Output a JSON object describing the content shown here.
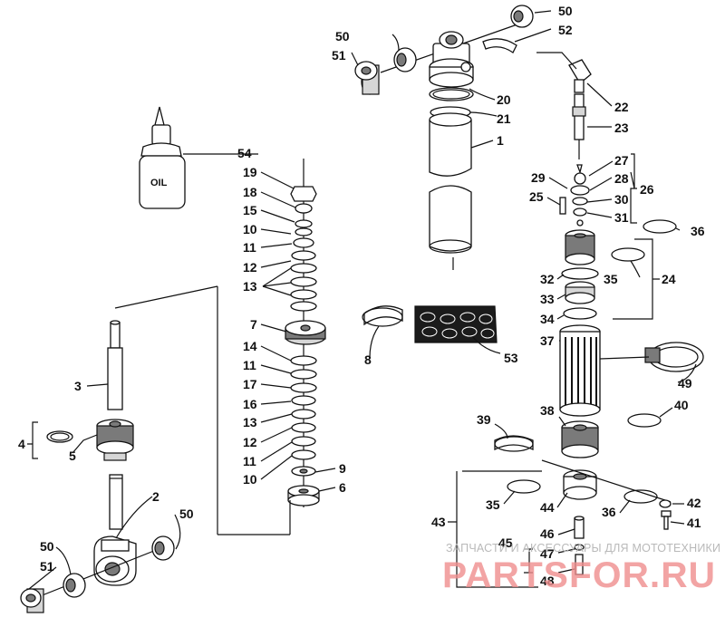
{
  "diagram": {
    "callouts": [
      "1",
      "2",
      "3",
      "4",
      "5",
      "6",
      "7",
      "8",
      "9",
      "10",
      "11",
      "12",
      "13",
      "14",
      "15",
      "16",
      "17",
      "18",
      "19",
      "20",
      "21",
      "22",
      "23",
      "24",
      "25",
      "26",
      "27",
      "28",
      "29",
      "30",
      "31",
      "32",
      "33",
      "34",
      "35",
      "36",
      "37",
      "38",
      "39",
      "40",
      "41",
      "42",
      "43",
      "44",
      "45",
      "46",
      "47",
      "48",
      "49",
      "50",
      "51",
      "52",
      "53",
      "54"
    ],
    "oil_bottle_text": "OIL",
    "labels": [
      {
        "id": "50a",
        "text": "50"
      },
      {
        "id": "51a",
        "text": "51"
      },
      {
        "id": "50b",
        "text": "50"
      },
      {
        "id": "52",
        "text": "52"
      },
      {
        "id": "20",
        "text": "20"
      },
      {
        "id": "21",
        "text": "21"
      },
      {
        "id": "1",
        "text": "1"
      },
      {
        "id": "22",
        "text": "22"
      },
      {
        "id": "23",
        "text": "23"
      },
      {
        "id": "54",
        "text": "54"
      },
      {
        "id": "19",
        "text": "19"
      },
      {
        "id": "18",
        "text": "18"
      },
      {
        "id": "15",
        "text": "15"
      },
      {
        "id": "10a",
        "text": "10"
      },
      {
        "id": "11a",
        "text": "11"
      },
      {
        "id": "12a",
        "text": "12"
      },
      {
        "id": "13a",
        "text": "13"
      },
      {
        "id": "7",
        "text": "7"
      },
      {
        "id": "8",
        "text": "8"
      },
      {
        "id": "14",
        "text": "14"
      },
      {
        "id": "11b",
        "text": "11"
      },
      {
        "id": "17",
        "text": "17"
      },
      {
        "id": "16",
        "text": "16"
      },
      {
        "id": "13b",
        "text": "13"
      },
      {
        "id": "12b",
        "text": "12"
      },
      {
        "id": "11c",
        "text": "11"
      },
      {
        "id": "10b",
        "text": "10"
      },
      {
        "id": "9",
        "text": "9"
      },
      {
        "id": "6",
        "text": "6"
      },
      {
        "id": "3",
        "text": "3"
      },
      {
        "id": "4",
        "text": "4"
      },
      {
        "id": "5",
        "text": "5"
      },
      {
        "id": "2",
        "text": "2"
      },
      {
        "id": "50c",
        "text": "50"
      },
      {
        "id": "50d",
        "text": "50"
      },
      {
        "id": "51b",
        "text": "51"
      },
      {
        "id": "27",
        "text": "27"
      },
      {
        "id": "29",
        "text": "29"
      },
      {
        "id": "28",
        "text": "28"
      },
      {
        "id": "26",
        "text": "26"
      },
      {
        "id": "25",
        "text": "25"
      },
      {
        "id": "30",
        "text": "30"
      },
      {
        "id": "31",
        "text": "31"
      },
      {
        "id": "36a",
        "text": "36"
      },
      {
        "id": "35a",
        "text": "35"
      },
      {
        "id": "24",
        "text": "24"
      },
      {
        "id": "32",
        "text": "32"
      },
      {
        "id": "33",
        "text": "33"
      },
      {
        "id": "34",
        "text": "34"
      },
      {
        "id": "37",
        "text": "37"
      },
      {
        "id": "53",
        "text": "53"
      },
      {
        "id": "49",
        "text": "49"
      },
      {
        "id": "38",
        "text": "38"
      },
      {
        "id": "39",
        "text": "39"
      },
      {
        "id": "40",
        "text": "40"
      },
      {
        "id": "35b",
        "text": "35"
      },
      {
        "id": "44",
        "text": "44"
      },
      {
        "id": "36b",
        "text": "36"
      },
      {
        "id": "42",
        "text": "42"
      },
      {
        "id": "43",
        "text": "43"
      },
      {
        "id": "46",
        "text": "46"
      },
      {
        "id": "41",
        "text": "41"
      },
      {
        "id": "45",
        "text": "45"
      },
      {
        "id": "47",
        "text": "47"
      },
      {
        "id": "48",
        "text": "48"
      }
    ]
  },
  "watermark": {
    "caption": "ЗАПЧАСТИ И АКСЕССУАРЫ ДЛЯ МОТОТЕХНИКИ",
    "brand": "PARTSFOR.RU"
  },
  "colors": {
    "line": "#111111",
    "watermark_red": "#f08e8e",
    "watermark_gray": "#b9b9b9"
  }
}
